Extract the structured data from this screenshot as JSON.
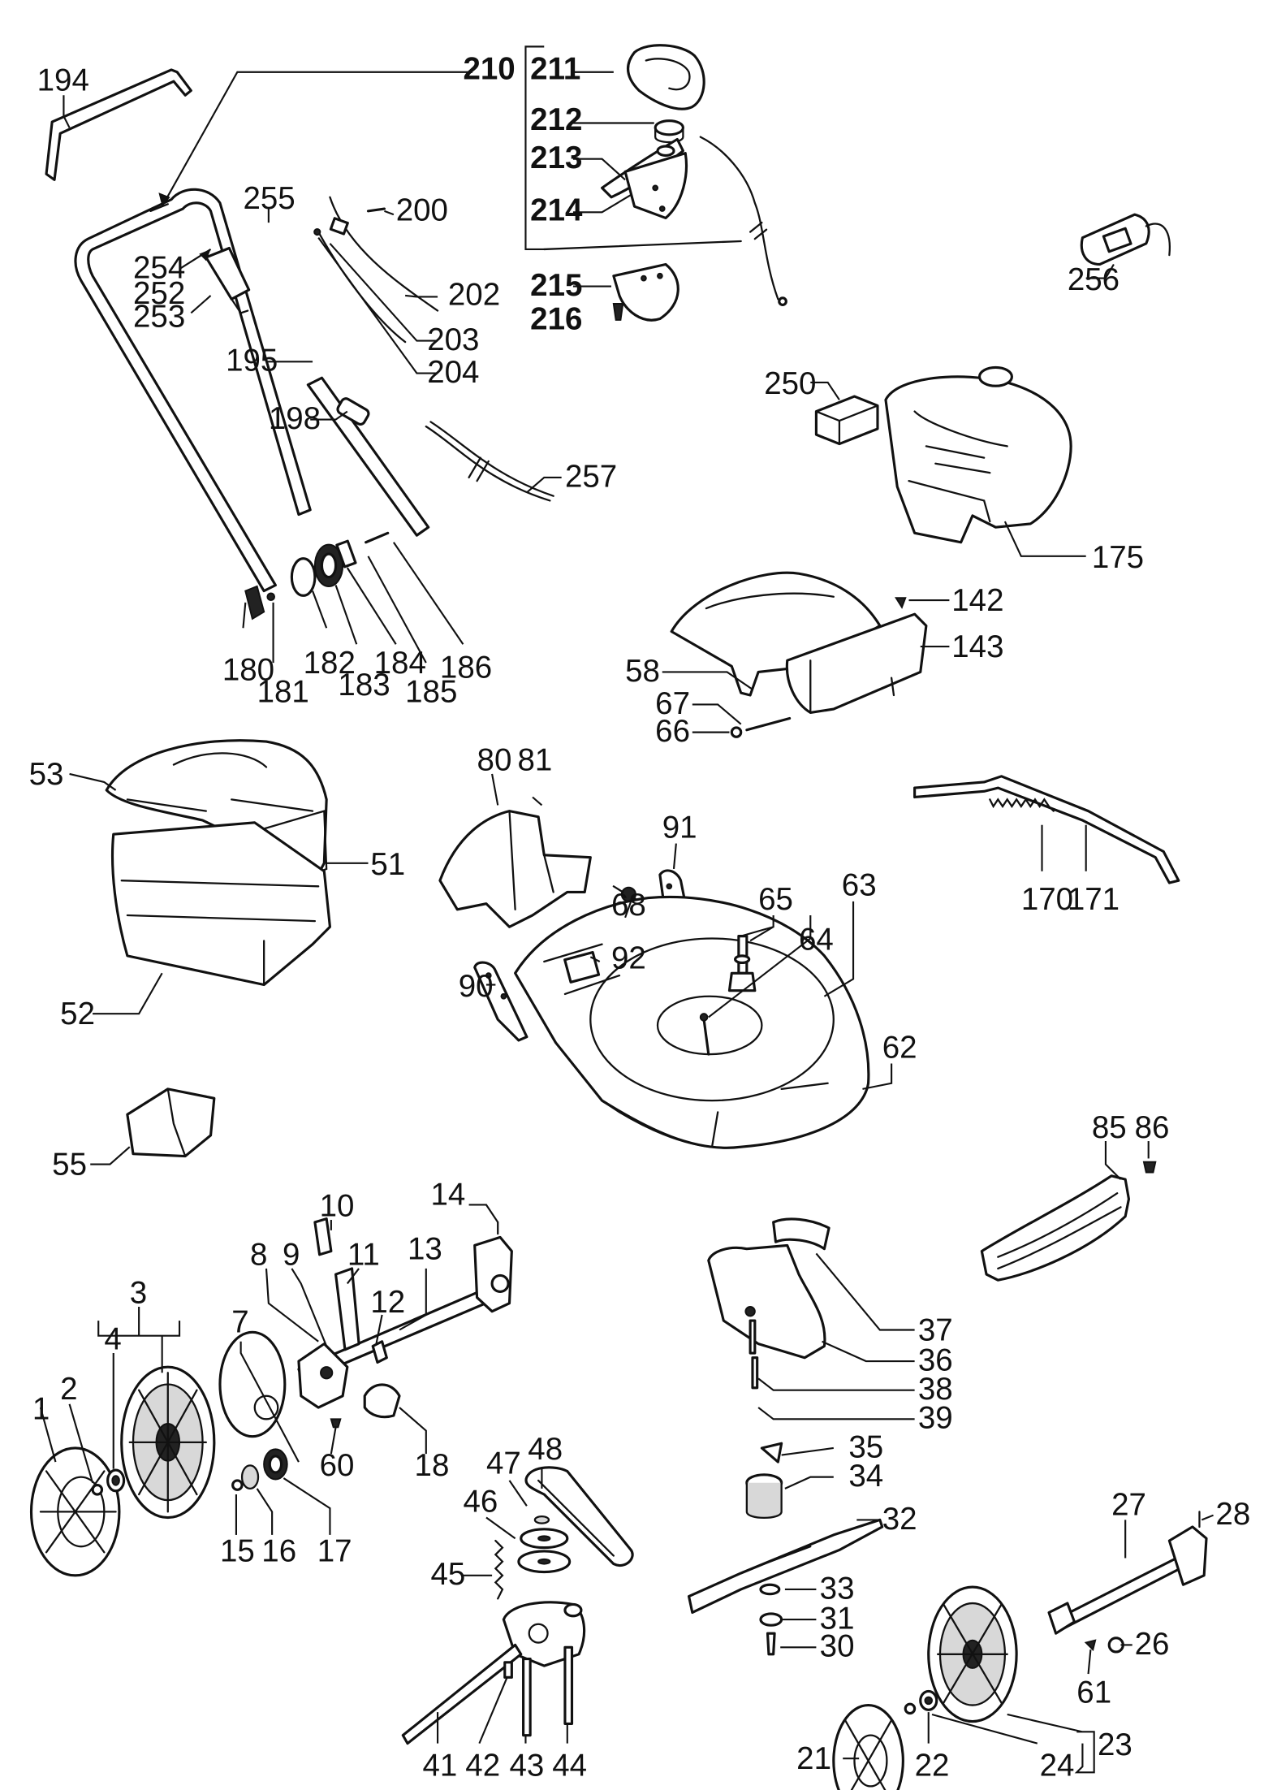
{
  "diagram": {
    "labels": {
      "p1": "1",
      "p2": "2",
      "p3": "3",
      "p4": "4",
      "p7": "7",
      "p8": "8",
      "p9": "9",
      "p10": "10",
      "p11": "11",
      "p12": "12",
      "p13": "13",
      "p14": "14",
      "p15": "15",
      "p16": "16",
      "p17": "17",
      "p18": "18",
      "p21": "21",
      "p22": "22",
      "p23": "23",
      "p24": "24",
      "p26": "26",
      "p27": "27",
      "p28": "28",
      "p30": "30",
      "p31": "31",
      "p32": "32",
      "p33": "33",
      "p34": "34",
      "p35": "35",
      "p36": "36",
      "p37": "37",
      "p38": "38",
      "p39": "39",
      "p41": "41",
      "p42": "42",
      "p43": "43",
      "p44": "44",
      "p45": "45",
      "p46": "46",
      "p47": "47",
      "p48": "48",
      "p51": "51",
      "p52": "52",
      "p53": "53",
      "p55": "55",
      "p58": "58",
      "p60": "60",
      "p61": "61",
      "p62": "62",
      "p63": "63",
      "p64": "64",
      "p65": "65",
      "p66": "66",
      "p67": "67",
      "p68": "68",
      "p80": "80",
      "p81": "81",
      "p85": "85",
      "p86": "86",
      "p90": "90",
      "p91": "91",
      "p92": "92",
      "p142": "142",
      "p143": "143",
      "p170": "170",
      "p171": "171",
      "p175": "175",
      "p180": "180",
      "p181": "181",
      "p182": "182",
      "p183": "183",
      "p184": "184",
      "p185": "185",
      "p186": "186",
      "p194": "194",
      "p195": "195",
      "p198": "198",
      "p200": "200",
      "p202": "202",
      "p203": "203",
      "p204": "204",
      "p210": "210",
      "p211": "211",
      "p212": "212",
      "p213": "213",
      "p214": "214",
      "p215": "215",
      "p216": "216",
      "p250": "250",
      "p252": "252",
      "p253": "253",
      "p254": "254",
      "p255": "255",
      "p256": "256",
      "p257": "257"
    }
  }
}
